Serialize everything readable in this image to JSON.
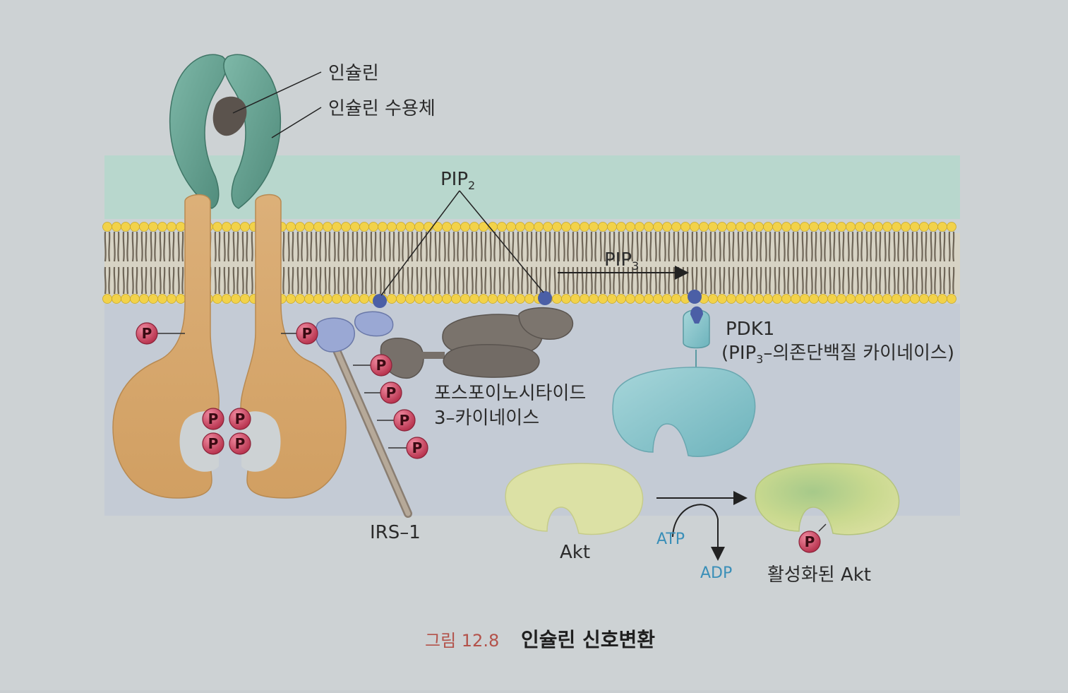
{
  "labels": {
    "insulin": "인슐린",
    "insulin_receptor": "인슐린 수용체",
    "pip2_main": "PIP",
    "pip2_sub": "2",
    "pip3_main": "PIP",
    "pip3_sub": "3",
    "pdk1": "PDK1",
    "pdk1_desc_open": "(PIP",
    "pdk1_desc_sub": "3",
    "pdk1_desc_rest": "–의존단백질 카이네이스)",
    "pi3k_line1": "포스포이노시타이드",
    "pi3k_line2": "3–카이네이스",
    "irs1": "IRS–1",
    "akt": "Akt",
    "atp": "ATP",
    "adp": "ADP",
    "activated_akt": "활성화된 Akt",
    "phosphate": "P"
  },
  "caption": {
    "figure_number": "그림 12.8",
    "title": "인슐린 신호변환"
  },
  "colors": {
    "background": "#c9ced1",
    "extracellular": "#b2d6c8",
    "cytoplasm": "#bfc6d4",
    "lipid_head": "#f2d24a",
    "lipid_tail": "#6f6658",
    "receptor_alpha": "#5f9e8e",
    "receptor_beta": "#d8ad72",
    "insulin": "#5e5650",
    "phosphate": "#c94462",
    "irs1": "#a89a8a",
    "pi3k": "#77716a",
    "pip": "#4b5fa6",
    "pdk1": "#8cc6cc",
    "akt": "#dbe0a2",
    "atp_text": "#3a8fb8",
    "caption_number": "#b3524a"
  }
}
